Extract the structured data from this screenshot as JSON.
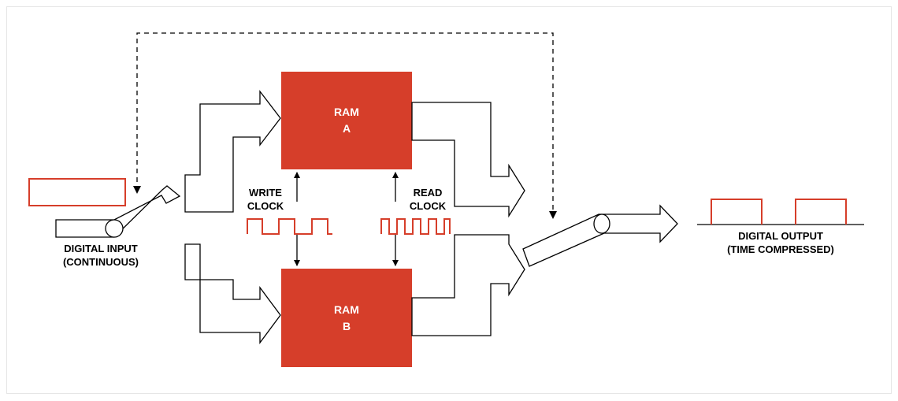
{
  "ram_a": {
    "line1": "RAM",
    "line2": "A"
  },
  "ram_b": {
    "line1": "RAM",
    "line2": "B"
  },
  "write_clock": {
    "line1": "WRITE",
    "line2": "CLOCK"
  },
  "read_clock": {
    "line1": "READ",
    "line2": "CLOCK"
  },
  "input_label": {
    "line1": "DIGITAL INPUT",
    "line2": "(CONTINUOUS)"
  },
  "output_label": {
    "line1": "DIGITAL OUTPUT",
    "line2": "(TIME COMPRESSED)"
  },
  "colors": {
    "accent": "#d63e2a",
    "line": "#000000"
  }
}
